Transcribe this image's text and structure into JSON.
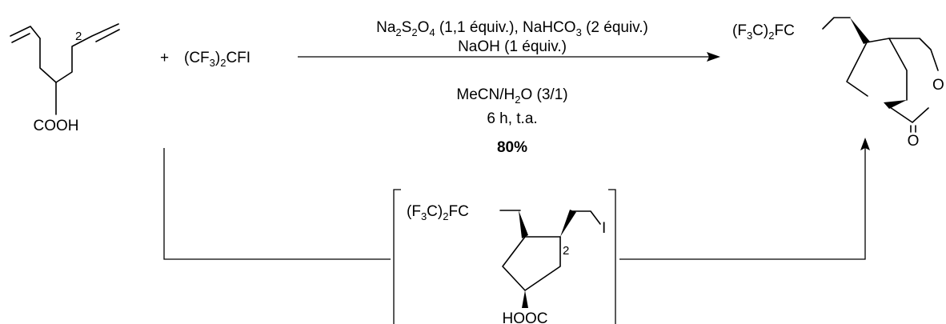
{
  "reactant": {
    "position_label": "2",
    "acid_group": "COOH"
  },
  "reagent": {
    "plus": "+",
    "prefix": "(CF",
    "sub3": "3",
    "suffix": ")",
    "sub2": "2",
    "tail": "CFI"
  },
  "conditions": {
    "line1": {
      "a": "Na",
      "a_sub": "2",
      "b": "S",
      "b_sub": "2",
      "c": "O",
      "c_sub": "4",
      "d": " (1,1 équiv.), NaHCO",
      "d_sub": "3",
      "e": " (2 équiv.)"
    },
    "line2": "NaOH (1 équiv.)",
    "line3": {
      "a": "MeCN/H",
      "a_sub": "2",
      "b": "O (3/1)"
    },
    "line4": "6 h, t.a.",
    "yield": "80%"
  },
  "product": {
    "group": {
      "a": "(F",
      "a_sub": "3",
      "b": "C)",
      "b_sub": "2",
      "c": "FC"
    },
    "ring_oxygen": "O",
    "carbonyl_oxygen": "O"
  },
  "intermediate": {
    "group": {
      "a": "(F",
      "a_sub": "3",
      "b": "C)",
      "b_sub": "2",
      "c": "FC"
    },
    "iodine": "I",
    "position_label": "2",
    "acid_group": "HOOC"
  }
}
